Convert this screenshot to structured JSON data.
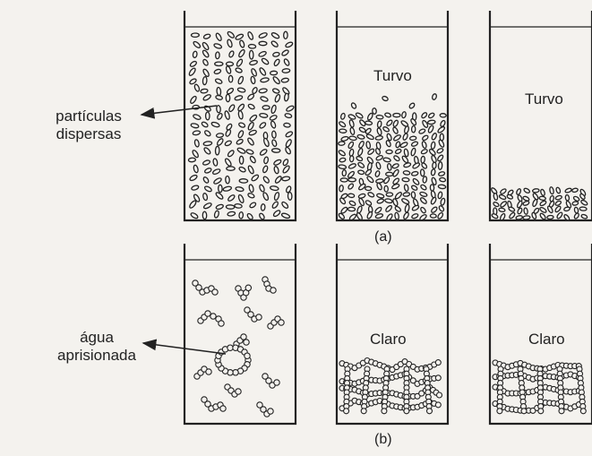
{
  "labels": {
    "particulas": [
      "partículas",
      "dispersas"
    ],
    "agua": [
      "água",
      "aprisionada"
    ],
    "turvo_1": "Turvo",
    "turvo_2": "Turvo",
    "claro_1": "Claro",
    "claro_2": "Claro",
    "panel_a": "(a)",
    "panel_b": "(b)"
  },
  "colors": {
    "ink": "#222222",
    "paper": "#f4f2ee",
    "show_through": "#d7d3cc"
  }
}
